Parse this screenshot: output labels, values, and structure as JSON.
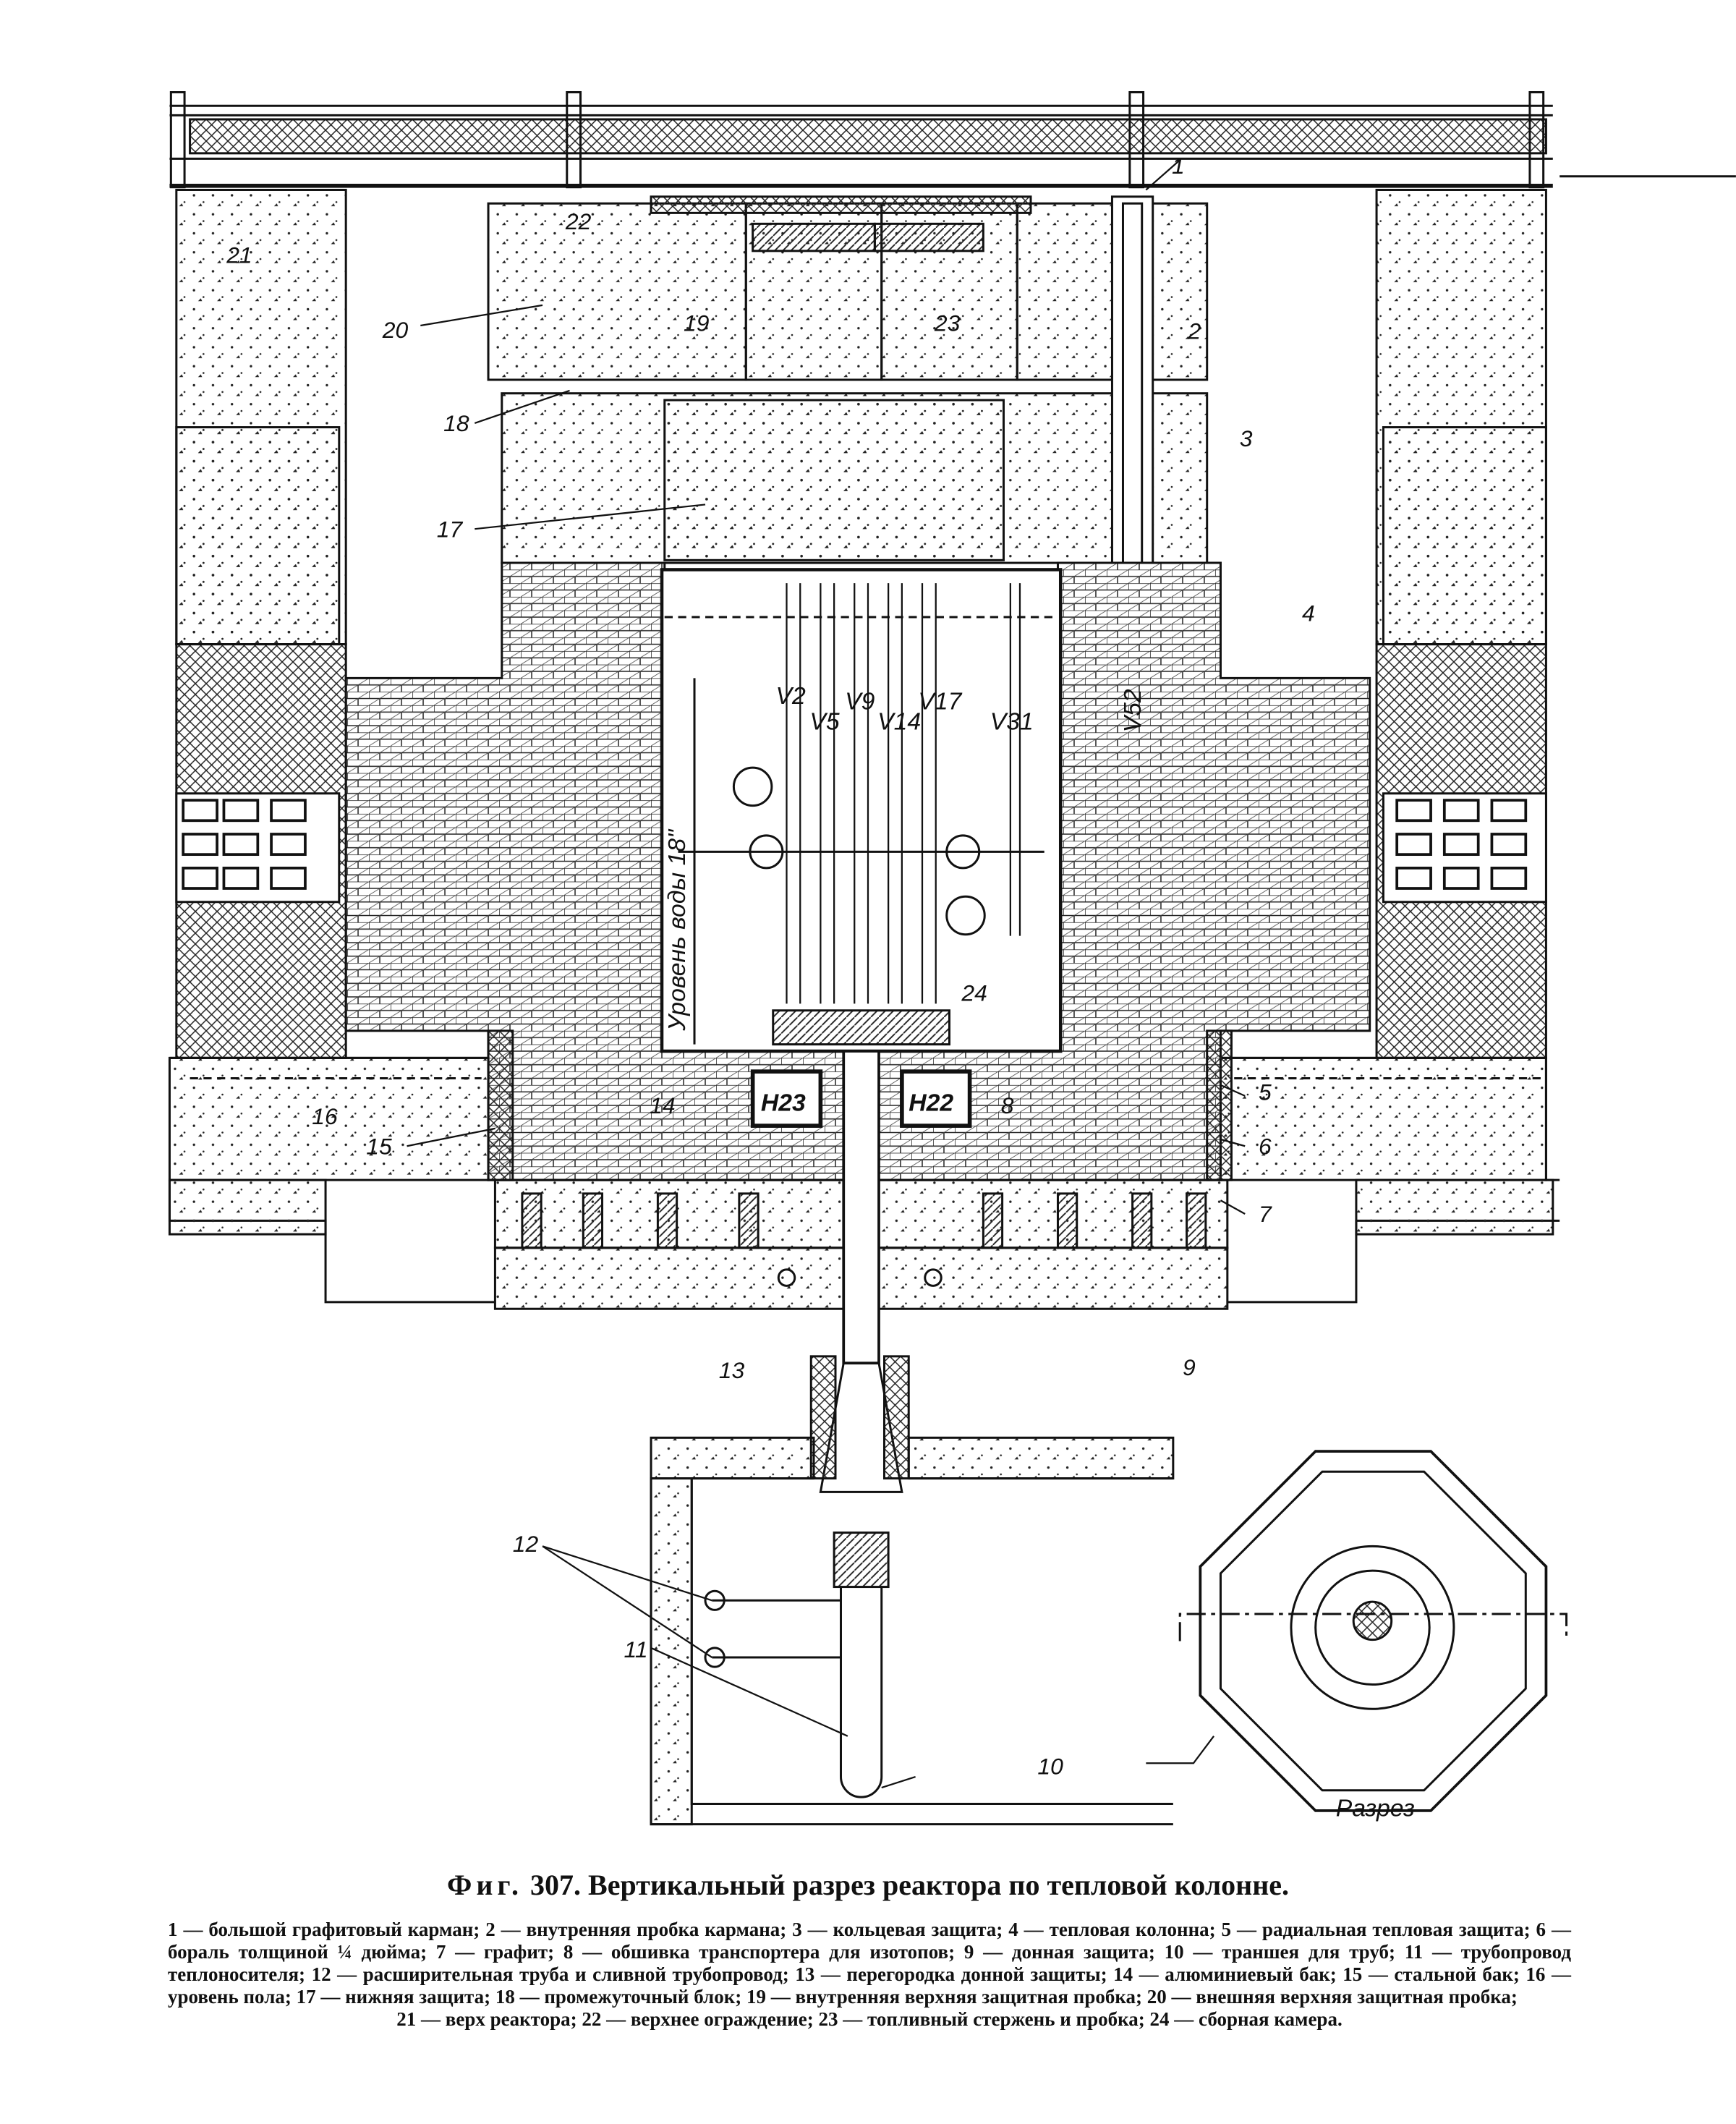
{
  "figure": {
    "number_prefix": "Фиг.",
    "number": "307.",
    "title": "Вертикальный разрез реактора по тепловой колонне."
  },
  "callouts": [
    "1",
    "2",
    "3",
    "4",
    "5",
    "6",
    "7",
    "8",
    "9",
    "10",
    "11",
    "12",
    "13",
    "14",
    "15",
    "16",
    "17",
    "18",
    "19",
    "20",
    "21",
    "22",
    "23",
    "24"
  ],
  "channels": {
    "v2": "V2",
    "v5": "V5",
    "v9": "V9",
    "v14": "V14",
    "v17": "V17",
    "v31": "V31",
    "v52": "V52",
    "h23": "H23",
    "h22": "H22"
  },
  "water_level": "Уровень воды 18\"",
  "section_label": "Разрез",
  "legend": {
    "lines": [
      "1 — большой графитовый карман; 2 — внутренняя пробка кармана; 3 — кольцевая защита; 4 — тепловая колонна; 5 — радиальная тепловая защита; 6 — бораль толщиной ¼ дюйма; 7 — графит; 8 — обшивка транспортера для изотопов; 9 — донная защита; 10 — траншея для труб; 11 — трубопровод теплоносителя; 12 — расширительная труба и сливной трубопровод; 13 — перегородка донной защиты; 14 — алюминиевый бак; 15 — стальной бак; 16 — уровень пола; 17 — нижняя защита; 18 — промежуточный блок; 19 — внутренняя верхняя защитная пробка; 20 — внешняя верхняя защитная пробка;",
      "21 — верх реактора; 22 — верхнее ограждение; 23 — топливный стержень и пробка; 24 — сборная камера."
    ]
  }
}
